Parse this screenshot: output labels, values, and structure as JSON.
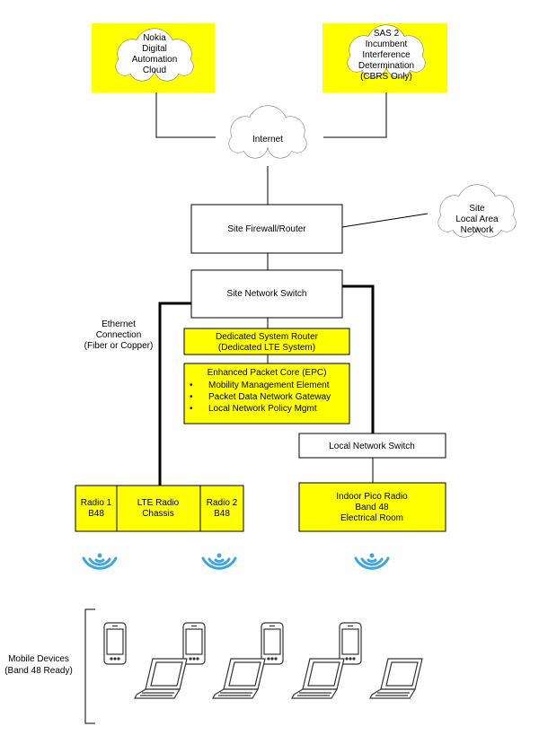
{
  "colors": {
    "highlight": "#ffff00",
    "line": "#000000",
    "wifi": "#3aa6df",
    "box_fill": "#ffffff"
  },
  "cloud_nokia": [
    "Nokia",
    "Digital",
    "Automation",
    "Cloud"
  ],
  "cloud_sas": [
    "SAS 2",
    "Incumbent",
    "Interference",
    "Determination",
    "(CBRS Only)"
  ],
  "cloud_internet": "Internet",
  "cloud_site_lan": [
    "Site",
    "Local Area",
    "Network"
  ],
  "site_firewall": "Site Firewall/Router",
  "site_switch": "Site Network Switch",
  "ethernet_label": [
    "Ethernet",
    "Connection",
    "(Fiber or Copper)"
  ],
  "dedicated_router": [
    "Dedicated System Router",
    "(Dedicated LTE System)"
  ],
  "epc": {
    "title": "Enhanced Packet Core (EPC)",
    "items": [
      "Mobility Management Element",
      "Packet Data Network Gateway",
      "Local Network Policy Mgmt"
    ]
  },
  "local_switch": "Local Network Switch",
  "radio1": [
    "Radio 1",
    "B48"
  ],
  "lte_chassis": [
    "LTE Radio",
    "Chassis"
  ],
  "radio2": [
    "Radio 2",
    "B48"
  ],
  "pico": [
    "Indoor Pico Radio",
    "Band 48",
    "Electrical Room"
  ],
  "mobile_label": [
    "Mobile Devices",
    "(Band 48 Ready)"
  ],
  "icons": [
    "cloud-icon",
    "wifi-signal-icon",
    "smartphone-icon",
    "laptop-icon"
  ]
}
